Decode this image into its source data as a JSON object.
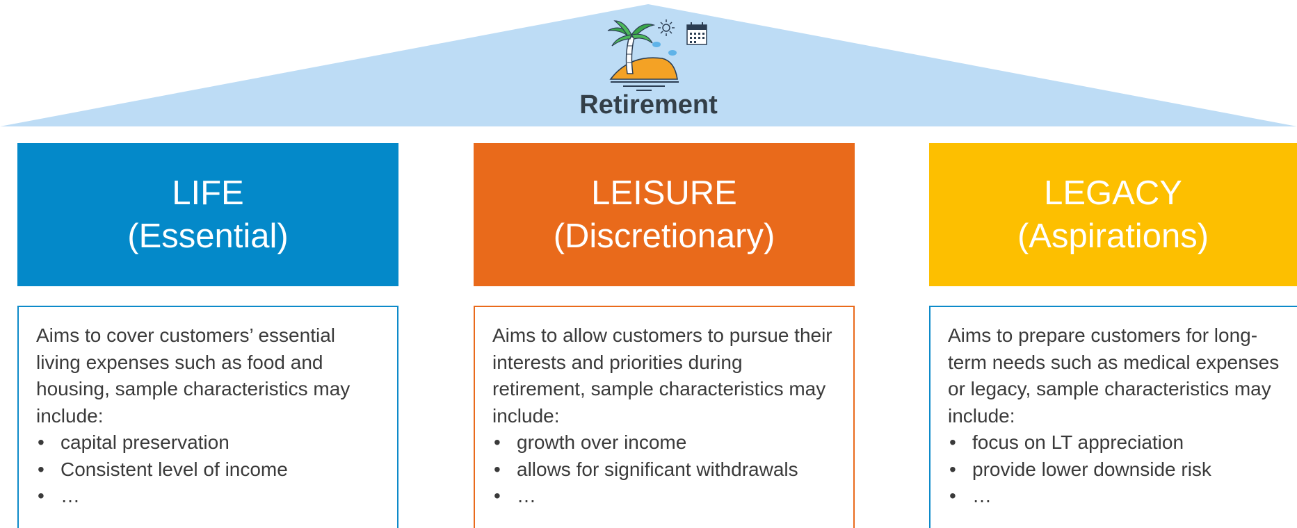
{
  "colors": {
    "roof": "#bddcf5",
    "life": "#0489c9",
    "leisure": "#e96a1b",
    "legacy": "#fdbf00",
    "life_border": "#0d8ac9",
    "leisure_border": "#e96a1b",
    "legacy_border": "#0d8ac9",
    "body_text": "#3a3a3a",
    "roof_title": "#333f48"
  },
  "roof": {
    "title": "Retirement",
    "icons": [
      "palm-tree-island-icon",
      "sun-icon",
      "cloud-icon",
      "calendar-icon"
    ]
  },
  "pillars": [
    {
      "key": "life",
      "title": "LIFE",
      "subtitle": "(Essential)",
      "description": "Aims to cover customers’ essential living expenses such as food and housing, sample characteristics may include:",
      "bullet_char": "•",
      "bullets": [
        "capital preservation",
        "Consistent level of income",
        "…"
      ]
    },
    {
      "key": "leisure",
      "title": "LEISURE",
      "subtitle": "(Discretionary)",
      "description": "Aims to allow customers to pursue their interests and priorities during retirement, sample characteristics may include:",
      "bullet_char": "•",
      "bullets": [
        "growth over income",
        "allows for significant withdrawals",
        "…"
      ]
    },
    {
      "key": "legacy",
      "title": "LEGACY",
      "subtitle": "(Aspirations)",
      "description": "Aims to prepare customers for long-term needs such as medical expenses or legacy, sample characteristics may include:",
      "bullet_char": "•",
      "bullets": [
        "focus on LT appreciation",
        "provide lower downside risk",
        "…"
      ]
    }
  ]
}
